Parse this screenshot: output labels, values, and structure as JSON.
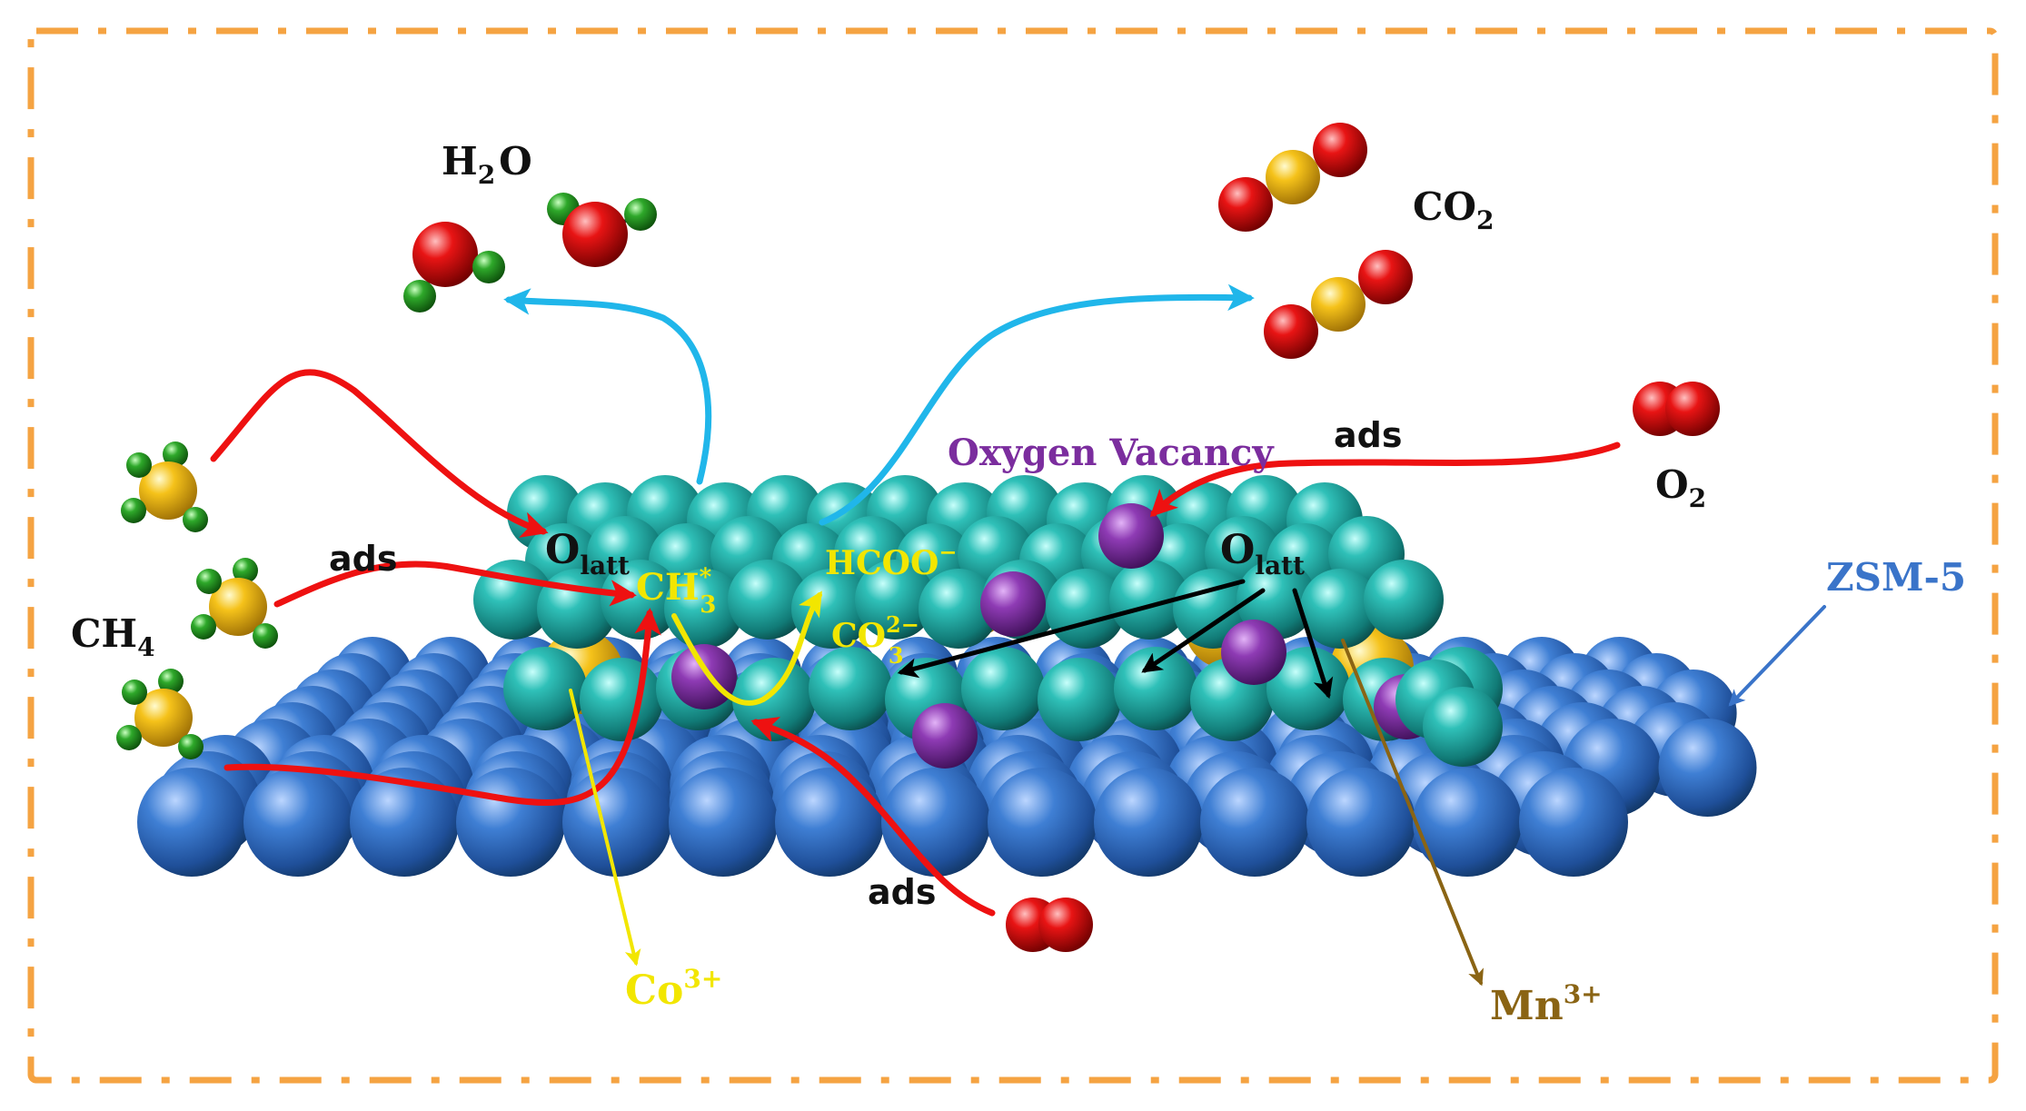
{
  "colors": {
    "frame": "#f5a342",
    "substrate": "#2f6fc4",
    "oxygen_surface": "#25b0aa",
    "vacancy": "#7b2d9e",
    "cation": "#f2c01c",
    "red_arrow": "#ee1111",
    "blue_arrow": "#20b6ea",
    "black_arrow": "#000000",
    "yellow_label": "#f2e600",
    "mn_label": "#8a6414",
    "zsm_label": "#3a74c9",
    "vacancy_label": "#7b2d9e",
    "molecule_o": "#e01010",
    "molecule_h": "#1e9a1e",
    "molecule_c": "#f2b910"
  },
  "labels": {
    "h2o": {
      "main": "H",
      "sub": "2",
      "tail": "O"
    },
    "co2": {
      "main": "CO",
      "sub": "2"
    },
    "o2": {
      "main": "O",
      "sub": "2"
    },
    "ch4": {
      "main": "CH",
      "sub": "4"
    },
    "ads_ch4": "ads",
    "ads_o2": "ads",
    "ads_bottom": "ads",
    "oxygen_vacancy": "Oxygen Vacancy",
    "zsm5": "ZSM-5",
    "olatt_left": {
      "main": "O",
      "sub": "latt"
    },
    "olatt_right": {
      "main": "O",
      "sub": "latt"
    },
    "ch3": {
      "main": "CH",
      "sub": "3",
      "sup": "*"
    },
    "hcoo": {
      "main": "HCOO",
      "sup": "−"
    },
    "co3": {
      "main": "CO",
      "sub": "3",
      "sup": "2−"
    },
    "co3plus": {
      "main": "Co",
      "sup": "3+"
    },
    "mn3plus": {
      "main": "Mn",
      "sup": "3+"
    }
  }
}
